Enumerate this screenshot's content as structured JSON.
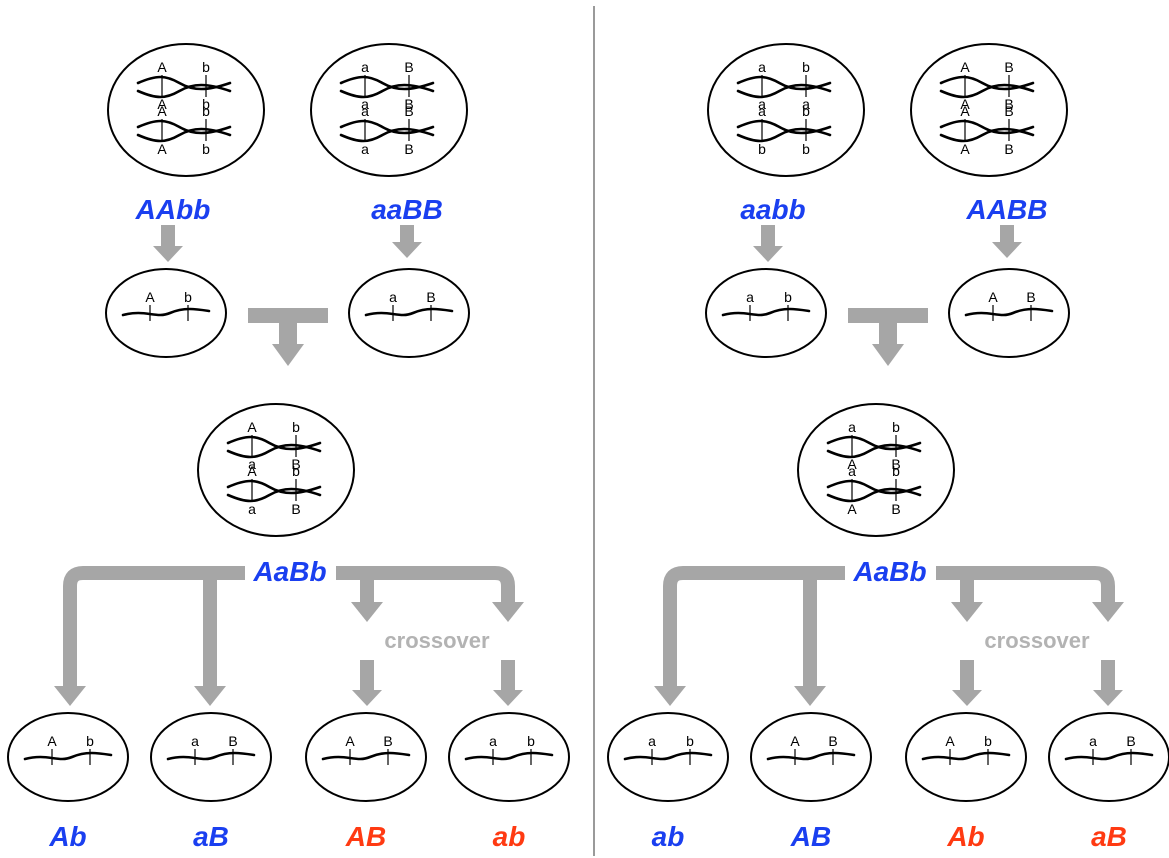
{
  "colors": {
    "parental_label": "#1a3ff0",
    "recombinant_label": "#ff3a12",
    "arrow": "#a6a6a6",
    "crossover_text": "#b3b3b3"
  },
  "left": {
    "parent1": {
      "genotype": "AAbb",
      "top": [
        "A",
        "b",
        "A",
        "b"
      ],
      "bottom": [
        "A",
        "b",
        "A",
        "b"
      ]
    },
    "parent2": {
      "genotype": "aaBB",
      "top": [
        "a",
        "B",
        "a",
        "B"
      ],
      "bottom": [
        "a",
        "B",
        "a",
        "B"
      ]
    },
    "gamete1": [
      "A",
      "b"
    ],
    "gamete2": [
      "a",
      "B"
    ],
    "hybrid": {
      "genotype": "AaBb",
      "top": [
        "A",
        "b",
        "A",
        "b"
      ],
      "bottom": [
        "a",
        "B",
        "a",
        "B"
      ]
    },
    "crossover": "crossover",
    "offspring": [
      {
        "label": "Ab",
        "alleles": [
          "A",
          "b"
        ],
        "type": "parental"
      },
      {
        "label": "aB",
        "alleles": [
          "a",
          "B"
        ],
        "type": "parental"
      },
      {
        "label": "AB",
        "alleles": [
          "A",
          "B"
        ],
        "type": "recombinant"
      },
      {
        "label": "ab",
        "alleles": [
          "a",
          "b"
        ],
        "type": "recombinant"
      }
    ]
  },
  "right": {
    "parent1": {
      "genotype": "aabb",
      "top": [
        "a",
        "b",
        "a",
        "b"
      ],
      "bottom": [
        "a",
        "a",
        "b",
        "b"
      ]
    },
    "parent2": {
      "genotype": "AABB",
      "top": [
        "A",
        "B",
        "A",
        "B"
      ],
      "bottom": [
        "A",
        "B",
        "A",
        "B"
      ]
    },
    "gamete1": [
      "a",
      "b"
    ],
    "gamete2": [
      "A",
      "B"
    ],
    "hybrid": {
      "genotype": "AaBb",
      "top": [
        "a",
        "b",
        "a",
        "b"
      ],
      "bottom": [
        "A",
        "B",
        "A",
        "B"
      ]
    },
    "crossover": "crossover",
    "offspring": [
      {
        "label": "ab",
        "alleles": [
          "a",
          "b"
        ],
        "type": "parental"
      },
      {
        "label": "AB",
        "alleles": [
          "A",
          "B"
        ],
        "type": "parental"
      },
      {
        "label": "Ab",
        "alleles": [
          "A",
          "b"
        ],
        "type": "recombinant"
      },
      {
        "label": "aB",
        "alleles": [
          "a",
          "B"
        ],
        "type": "recombinant"
      }
    ]
  }
}
